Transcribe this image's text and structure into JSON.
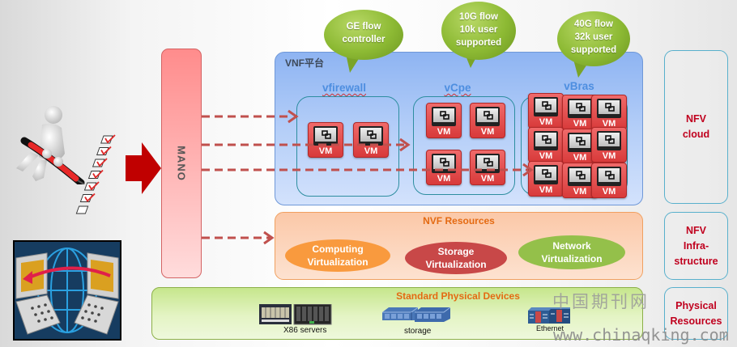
{
  "bubbles": [
    {
      "lines": [
        "GE flow",
        "controller"
      ]
    },
    {
      "lines": [
        "10G flow",
        "10k user",
        "supported"
      ]
    },
    {
      "lines": [
        "40G flow",
        "32k user",
        "supported"
      ]
    }
  ],
  "mano": {
    "label": "MANO"
  },
  "vnf_platform": {
    "title": "VNF平台",
    "groups": [
      {
        "title": "vfirewall",
        "vm_count": 2
      },
      {
        "title": "vCpe",
        "vm_count": 4
      },
      {
        "title": "vBras",
        "vm_count": 9
      }
    ],
    "vm_label": "VM"
  },
  "nvf_resources": {
    "title": "NVF Resources",
    "items": [
      {
        "lines": [
          "Computing",
          "Virtualization"
        ],
        "color": "#f99a3e"
      },
      {
        "lines": [
          "Storage",
          "Virtualization"
        ],
        "color": "#c84848"
      },
      {
        "lines": [
          "Network",
          "Virtualization"
        ],
        "color": "#94c04a"
      }
    ]
  },
  "physical_devices": {
    "title": "Standard Physical Devices",
    "devices": [
      {
        "label": "X86 servers"
      },
      {
        "label": "storage"
      },
      {
        "label": "Ethernet"
      }
    ]
  },
  "side_labels": [
    {
      "lines": [
        "NFV",
        "cloud"
      ]
    },
    {
      "lines": [
        "NFV",
        "Infra-",
        "structure"
      ]
    },
    {
      "lines": [
        "Physical",
        "Resources"
      ]
    }
  ],
  "checklist": {
    "checked": 6,
    "total": 7
  },
  "watermark": {
    "cn": "中国期刊网",
    "url": "www.chinaqking.com"
  },
  "colors": {
    "arrow_red": "#c00000",
    "dash_red": "#c0504d",
    "side_text": "#c0001e",
    "section_title_orange": "#e46a12",
    "group_title_blue": "#4d8ee0"
  }
}
